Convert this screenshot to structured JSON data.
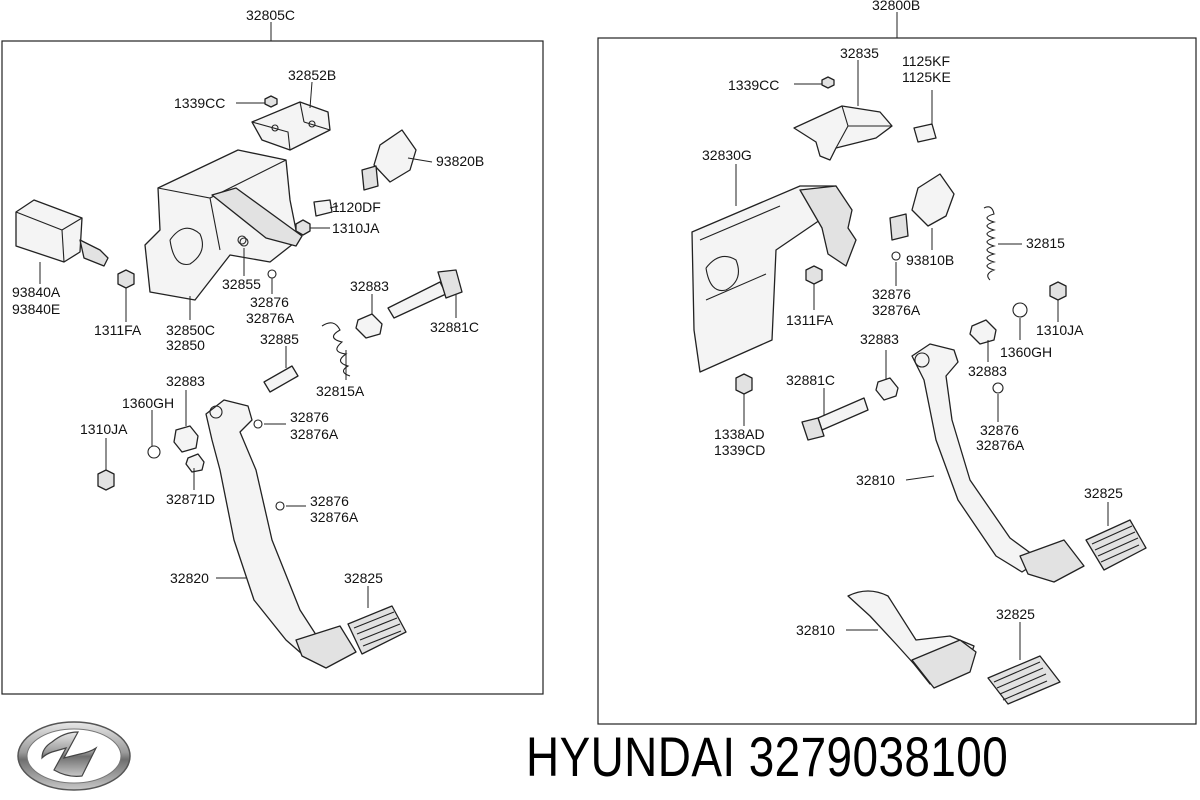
{
  "frames": {
    "left": "32805C",
    "right": "32800B"
  },
  "left_labels": {
    "l32852B": "32852B",
    "l1339CC": "1339CC",
    "l93820B": "93820B",
    "l1120DF": "1120DF",
    "l1310JA_a": "1310JA",
    "l93840A": "93840A",
    "l93840E": "93840E",
    "l1311FA": "1311FA",
    "l32855": "32855",
    "l32850C": "32850C",
    "l32850": "32850",
    "l32876_a": "32876",
    "l32876A_a": "32876A",
    "l32883_a": "32883",
    "l32881C": "32881C",
    "l32885": "32885",
    "l32815A": "32815A",
    "l32883_b": "32883",
    "l1360GH": "1360GH",
    "l1310JA_b": "1310JA",
    "l32876_b": "32876",
    "l32876A_b": "32876A",
    "l32871D": "32871D",
    "l32876_c": "32876",
    "l32876A_c": "32876A",
    "l32820": "32820",
    "l32825": "32825"
  },
  "right_labels": {
    "r32835": "32835",
    "r1125KF": "1125KF",
    "r1125KE": "1125KE",
    "r1339CC": "1339CC",
    "r32830G": "32830G",
    "r32815": "32815",
    "r93810B": "93810B",
    "r32876_a": "32876",
    "r32876A_a": "32876A",
    "r1311FA": "1311FA",
    "r1310JA": "1310JA",
    "r1360GH": "1360GH",
    "r32883_a": "32883",
    "r32883_b": "32883",
    "r32881C": "32881C",
    "r1338AD": "1338AD",
    "r1339CD": "1339CD",
    "r32876_b": "32876",
    "r32876A_b": "32876A",
    "r32810_a": "32810",
    "r32825_a": "32825",
    "r32825_b": "32825",
    "r32810_b": "32810"
  },
  "footer": {
    "brand": "HYUNDAI",
    "part_number": "3279038100",
    "caption": "HYUNDAI 3279038100",
    "logo_icon": "hyundai-logo-icon"
  }
}
